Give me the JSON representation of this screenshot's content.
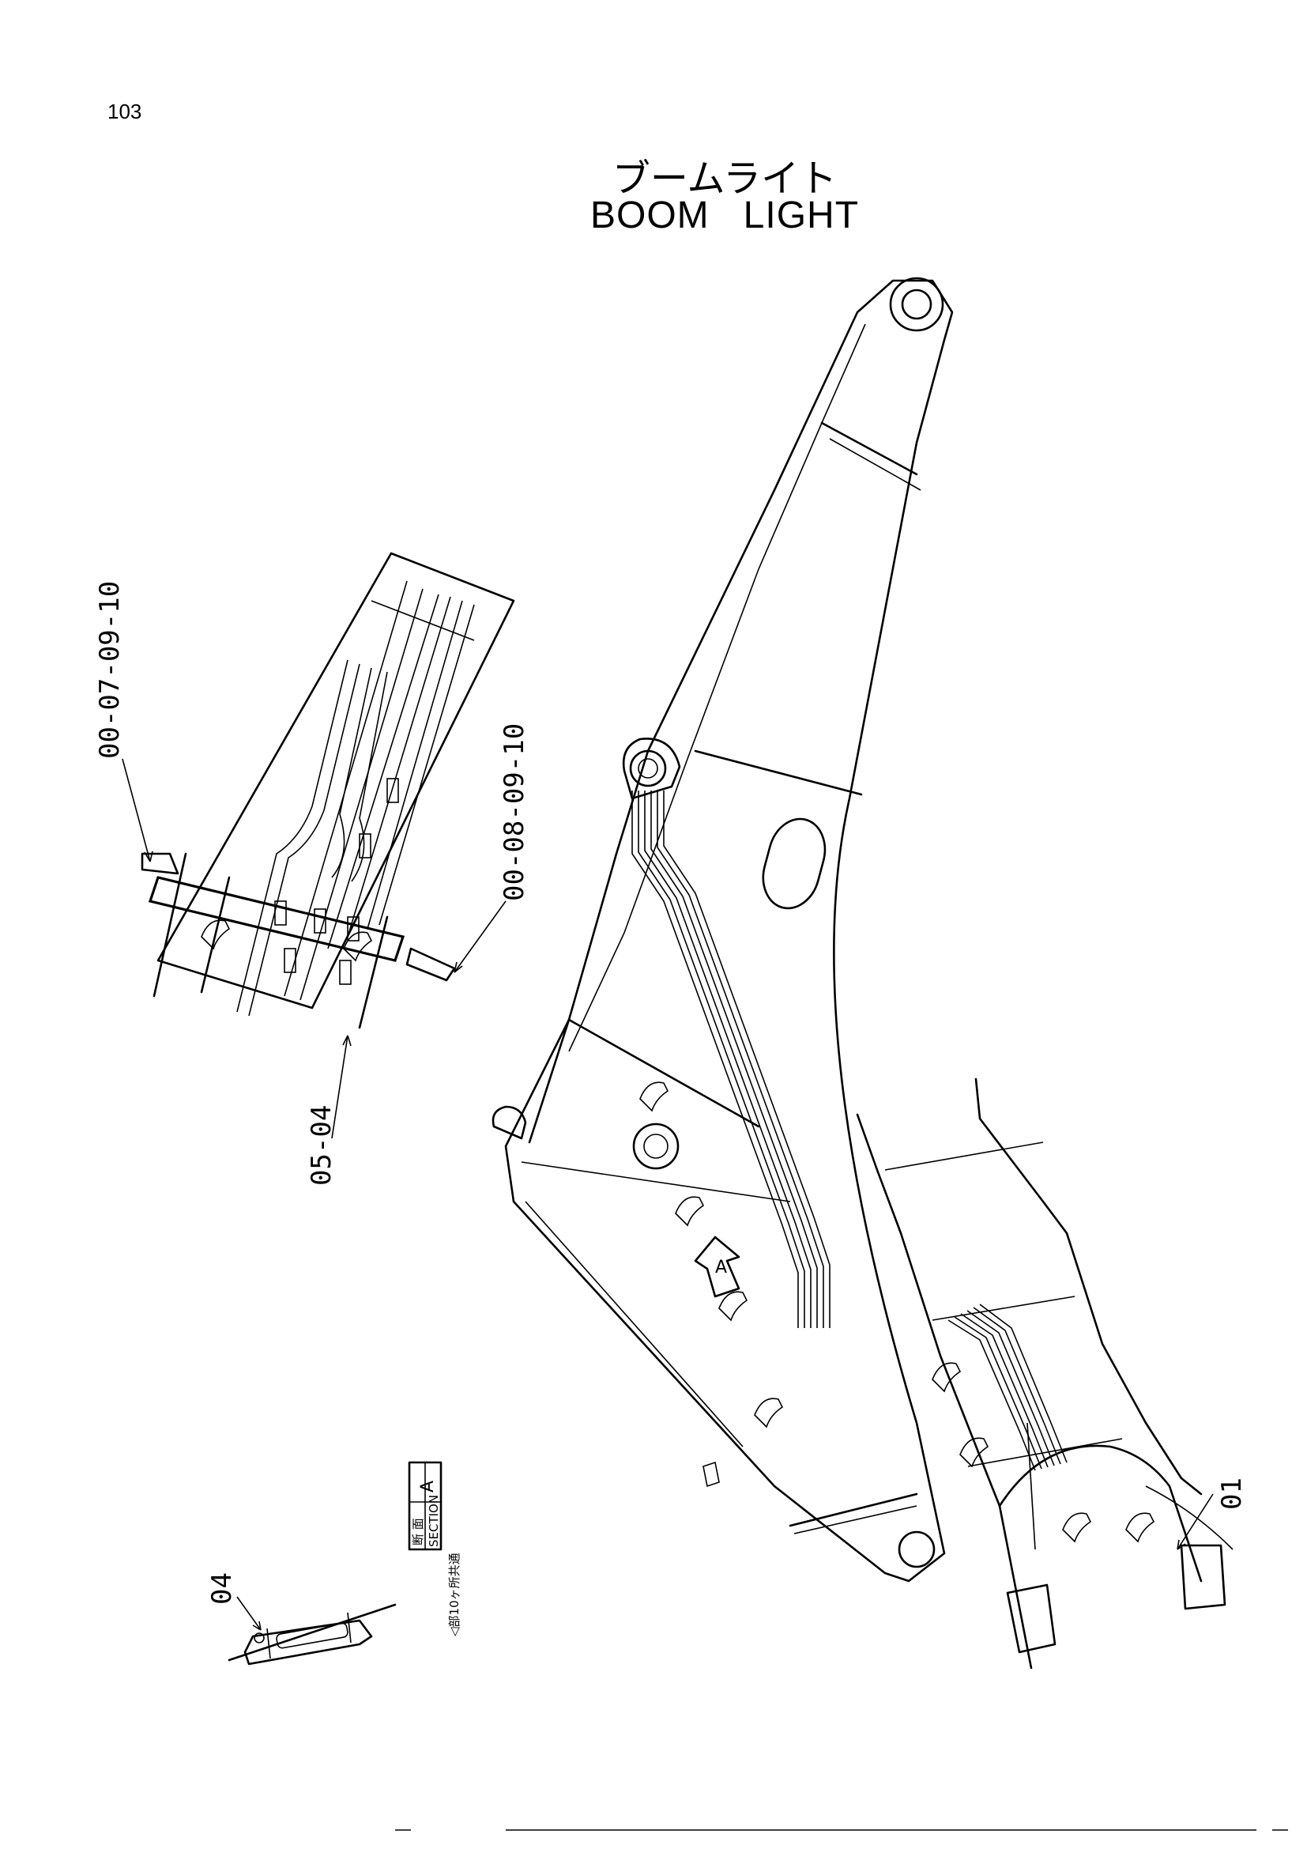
{
  "page_number": "103",
  "title_jp": "ブームライト",
  "title_en": "BOOM   LIGHT",
  "callouts": {
    "upper_left": "00-07-09-10",
    "upper_right": "00-08-09-10",
    "middle": "05-04",
    "right": "01",
    "lower_left": "04"
  },
  "section_box": {
    "jp": "断 面",
    "en": "SECTION",
    "letter": "A",
    "note": "◁部10ヶ所共通"
  },
  "view_arrow_label": "A"
}
